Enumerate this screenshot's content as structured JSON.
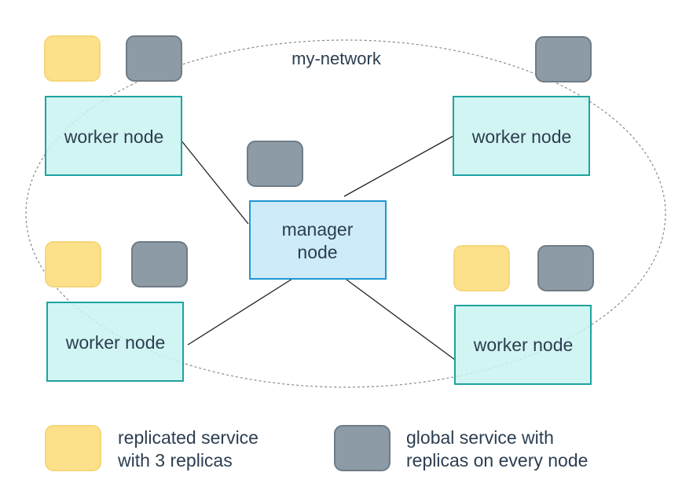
{
  "network": {
    "label": "my-network"
  },
  "nodes": {
    "worker_top_left": {
      "label": "worker node"
    },
    "worker_top_right": {
      "label": "worker node"
    },
    "worker_bottom_left": {
      "label": "worker node"
    },
    "worker_bottom_right": {
      "label": "worker node"
    },
    "manager": {
      "line1": "manager",
      "line2": "node"
    }
  },
  "legend": {
    "replicated": {
      "line1": "replicated service",
      "line2": "with 3 replicas"
    },
    "global": {
      "line1": "global service with",
      "line2": "replicas on every node"
    }
  },
  "colors": {
    "replicated_fill": "#fde08a",
    "replicated_stroke": "#f5d77a",
    "global_fill": "#8d9ba6",
    "global_stroke": "#6f7c86",
    "node_fill": "#c9f3f1",
    "node_stroke": "#1fa3a0",
    "manager_fill": "#cdebf8",
    "manager_stroke": "#2196d1",
    "text": "#2c3e50"
  }
}
